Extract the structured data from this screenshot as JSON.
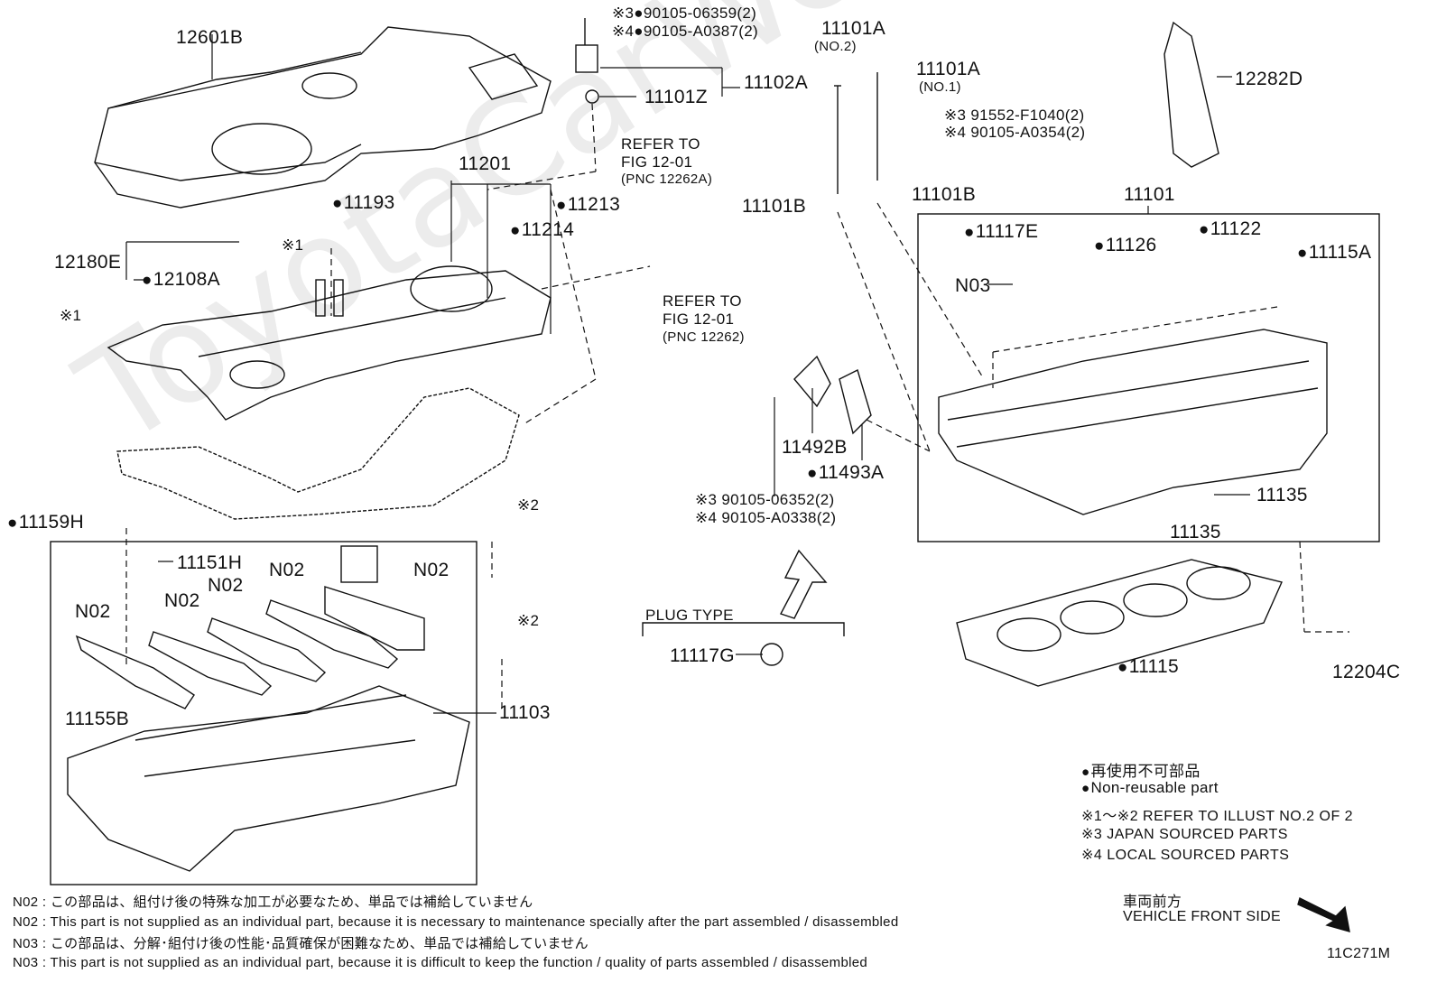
{
  "watermark": "ToyotaCarWeb.ru",
  "labels": {
    "p12601B": "12601B",
    "p11201": "11201",
    "p11193": "11193",
    "p11213": "11213",
    "p11214": "11214",
    "p12180E": "12180E",
    "x1a": "※1",
    "p12108A": "12108A",
    "x1b": "※1",
    "bolt_top_1": "※3●90105-06359(2)",
    "bolt_top_2": "※4●90105-A0387(2)",
    "p11101Z": "11101Z",
    "p11102A": "11102A",
    "refer1_1": "REFER TO",
    "refer1_2": "FIG 12-01",
    "refer1_3": "(PNC 12262A)",
    "refer2_1": "REFER TO",
    "refer2_2": "FIG 12-01",
    "refer2_3": "(PNC 12262)",
    "p11101A_no2": "11101A",
    "no2": "(NO.2)",
    "p11101A_no1": "11101A",
    "no1": "(NO.1)",
    "p11101B_left": "11101B",
    "p11101B_right": "11101B",
    "bolt_mid_1": "※3 91552-F1040(2)",
    "bolt_mid_2": "※4 90105-A0354(2)",
    "p12282D": "12282D",
    "p11101": "11101",
    "p11117E": "11117E",
    "p11126": "11126",
    "p11122": "11122",
    "p11115A": "11115A",
    "n03": "N03",
    "p11492B": "11492B",
    "p11493A": "11493A",
    "bolt_low_1": "※3 90105-06352(2)",
    "bolt_low_2": "※4 90105-A0338(2)",
    "p11135a": "11135",
    "p11135b": "11135",
    "p11159H": "11159H",
    "x2a": "※2",
    "x2b": "※2",
    "p11151H": "11151H",
    "n02_a": "N02",
    "n02_b": "N02",
    "n02_c": "N02",
    "n02_d": "N02",
    "n02_e": "N02",
    "p11155B": "11155B",
    "p11103": "11103",
    "plug_type": "PLUG TYPE",
    "p11117G": "11117G",
    "p11115": "11115",
    "p12204C": "12204C"
  },
  "legend": {
    "jp_nonreusable": "再使用不可部品",
    "en_nonreusable": "Non-reusable part",
    "note12": "※1～※2  REFER TO ILLUST NO.2 OF 2",
    "note3": "※3 JAPAN SOURCED PARTS",
    "note4": "※4 LOCAL SOURCED PARTS"
  },
  "footnotes": {
    "n02_jp": "N02 : この部品は、組付け後の特殊な加工が必要なため、単品では補給していません",
    "n02_en": "N02 : This part is not supplied as an individual part, because it is necessary to maintenance specially after the part assembled / disassembled",
    "n03_jp": "N03 : この部品は、分解･組付け後の性能･品質確保が困難なため、単品では補給していません",
    "n03_en": "N03 : This part is not supplied as an individual part, because it is difficult to keep the function / quality of parts  assembled / disassembled"
  },
  "front": {
    "jp": "車両前方",
    "en": "VEHICLE FRONT SIDE"
  },
  "code": "11C271M"
}
